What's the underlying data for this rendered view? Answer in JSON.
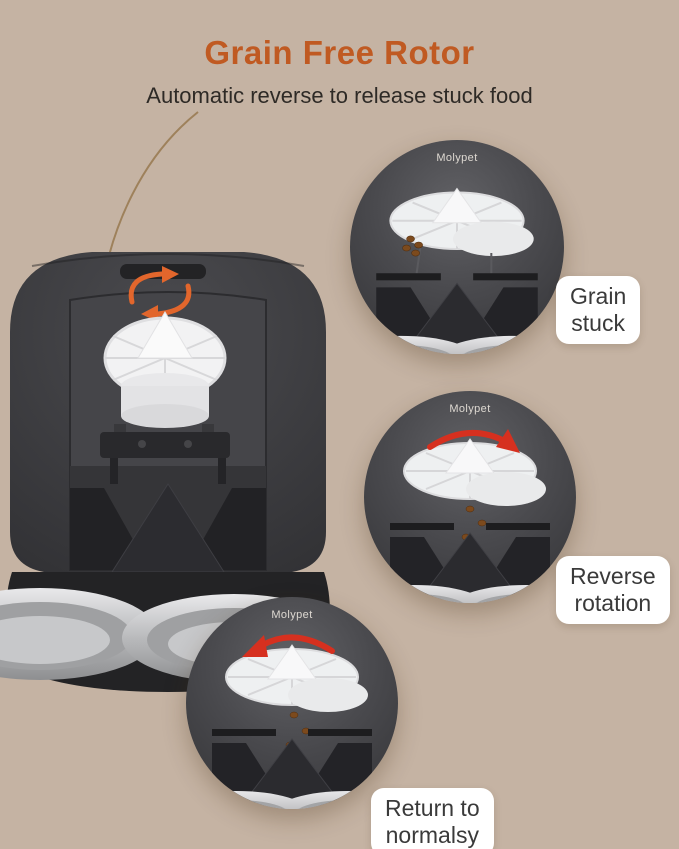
{
  "header": {
    "title": "Grain Free Rotor",
    "subtitle": "Automatic reverse to release stuck food"
  },
  "brand": "Molypet",
  "steps": [
    {
      "line1": "Grain",
      "line2": "stuck"
    },
    {
      "line1": "Reverse",
      "line2": "rotation"
    },
    {
      "line1": "Return to",
      "line2": "normalsy"
    }
  ],
  "icons": {
    "main_rotation": "rotation-arrows-icon",
    "reverse_arrow": "reverse-arrow-icon"
  },
  "colors": {
    "background": "#c5b3a3",
    "title": "#c05a22",
    "subtitle": "#2e2a26",
    "badge-bg": "#ffffff",
    "badge-text": "#3a3a3a",
    "accent-orange": "#e2662c",
    "accent-red": "#d6301f",
    "kibble": "#7c4a1d",
    "arc": "#97784f"
  }
}
